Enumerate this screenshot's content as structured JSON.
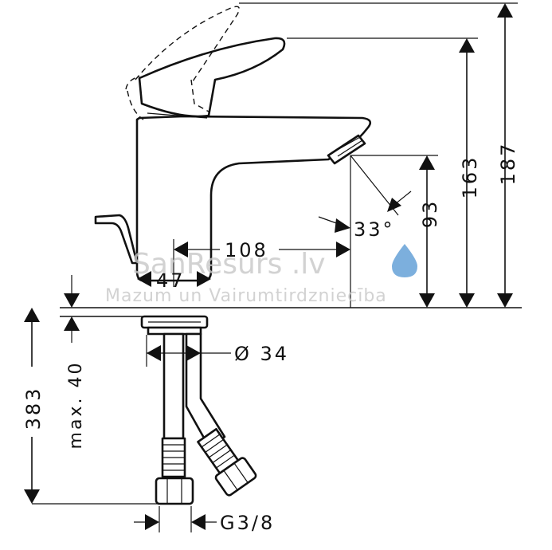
{
  "dimensions": {
    "total_height": "187",
    "spout_top_height": "163",
    "spout_outlet_height": "93",
    "spout_reach": "108",
    "base_width": "47",
    "outlet_angle": "33°",
    "hose_length": "383",
    "max_mounting_thickness": "max. 40",
    "thread_diameter": "Ø 34",
    "connection_thread": "G3/8"
  },
  "watermark": {
    "brand": "SanResurs .lv",
    "slogan": "Mazum un Vairumtirdzniecība",
    "drop_color": "#5b9bd5"
  }
}
